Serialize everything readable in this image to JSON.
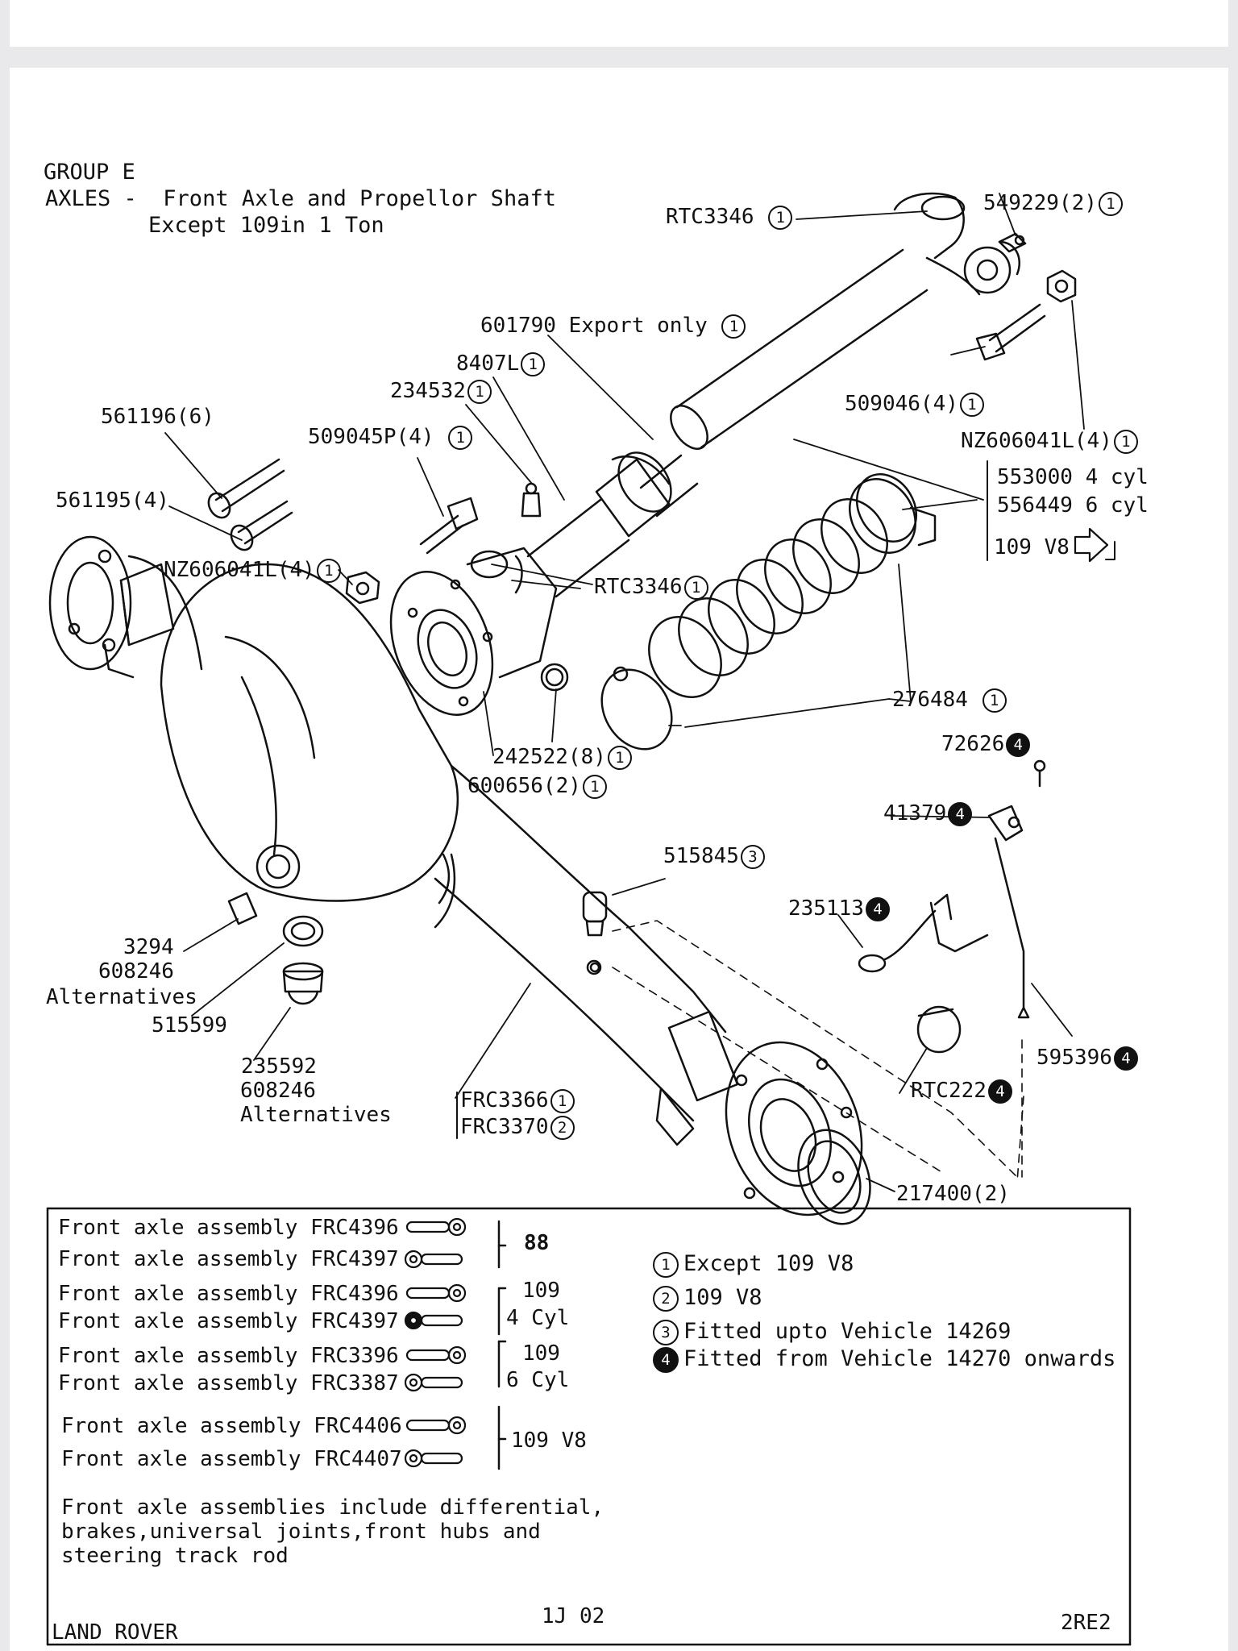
{
  "header": {
    "group": "GROUP E",
    "title_line1": "AXLES -  Front Axle and Propellor Shaft",
    "title_line2": "Except 109in 1 Ton"
  },
  "callouts": {
    "rtc3346_top": "RTC3346",
    "c549229": "549229(2)",
    "c601790": "601790 Export only",
    "c8407l": "8407L",
    "c234532": "234532",
    "c509046": "509046(4)",
    "c561196": "561196(6)",
    "c509045p": "509045P(4)",
    "cnz_right": "NZ606041L(4)",
    "c553000": "553000 4 cyl",
    "c556449": "556449 6 cyl",
    "c109v8": "109 V8",
    "c561195": "561195(4)",
    "cnz_left": "NZ606041L(4)",
    "rtc3346_mid": "RTC3346",
    "c276484": "276484",
    "c72626": "72626",
    "c242522": "242522(8)",
    "c600656": "600656(2)",
    "c41379": "41379",
    "c515845": "515845",
    "c235113": "235113",
    "c3294": "3294",
    "c608246a": "608246",
    "alternatives_a": "Alternatives",
    "c515599": "515599",
    "c595396": "595396",
    "c235592": "235592",
    "c608246b": "608246",
    "alternatives_b": "Alternatives",
    "cfrc3366": "FRC3366",
    "cfrc3370": "FRC3370",
    "crtc222": "RTC222",
    "c217400": "217400(2)"
  },
  "circle_marks": {
    "one": "1",
    "two": "2",
    "three": "3",
    "four": "4"
  },
  "assemblies": [
    {
      "label": "Front axle assembly FRC4396"
    },
    {
      "label": "Front axle assembly FRC4397"
    },
    {
      "label": "Front axle assembly FRC4396"
    },
    {
      "label": "Front axle assembly FRC4397"
    },
    {
      "label": "Front axle assembly FRC3396"
    },
    {
      "label": "Front axle assembly FRC3387"
    },
    {
      "label": "Front axle assembly FRC4406"
    },
    {
      "label": "Front axle assembly FRC4407"
    }
  ],
  "groups": {
    "g88": "88",
    "g109a": "109",
    "g4cyl": "4 Cyl",
    "g109b": "109",
    "g6cyl": "6 Cyl",
    "g109v8": "109 V8"
  },
  "key": [
    {
      "mark": "1",
      "text": "Except 109 V8"
    },
    {
      "mark": "2",
      "text": "109 V8"
    },
    {
      "mark": "3",
      "text": "Fitted upto Vehicle 14269"
    },
    {
      "mark": "4",
      "text": "Fitted from Vehicle 14270 onwards"
    }
  ],
  "note": "Front axle assemblies include differential,\nbrakes,universal joints,front hubs and\nsteering track rod",
  "footer": {
    "brand": "LAND ROVER",
    "page": "1J 02",
    "ref": "2RE2"
  }
}
